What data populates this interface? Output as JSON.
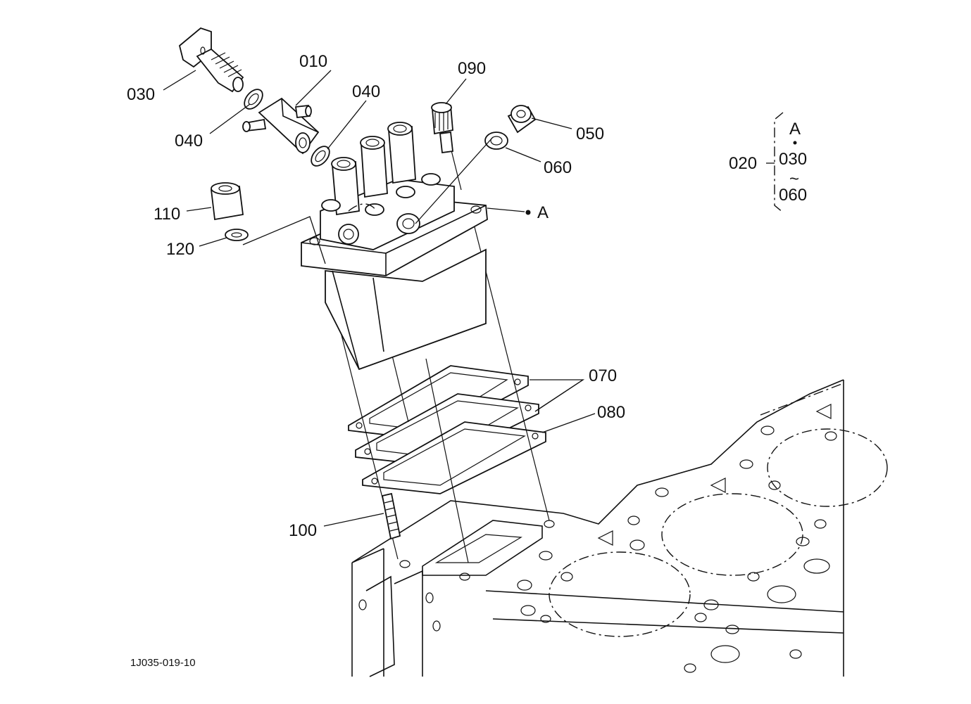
{
  "labels": {
    "p010": "010",
    "p020": "020",
    "p030": "030",
    "p040a": "040",
    "p040b": "040",
    "p050": "050",
    "p060": "060",
    "p070": "070",
    "p080": "080",
    "p090": "090",
    "p100": "100",
    "p110": "110",
    "p120": "120",
    "markerA": "A"
  },
  "legend": {
    "ref_a": "A",
    "range_start": "030",
    "range_sep": "~",
    "range_end": "060"
  },
  "drawing_code": "1J035-019-10"
}
